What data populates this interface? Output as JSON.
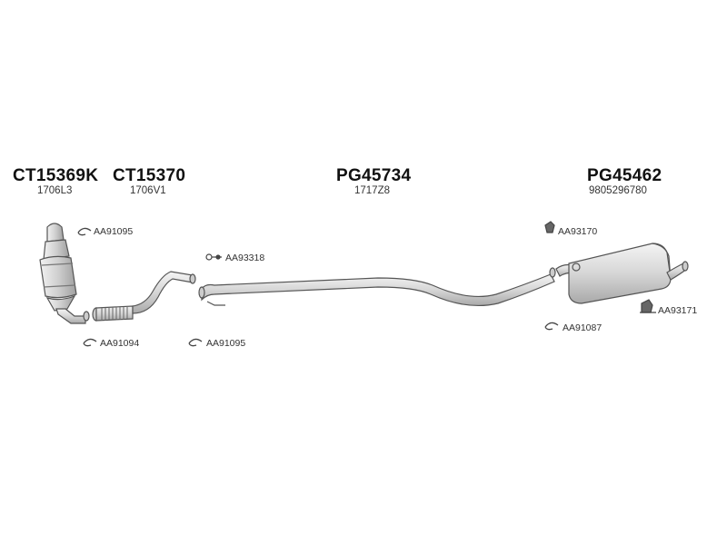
{
  "parts": [
    {
      "code": "CT15369K",
      "ref": "1706L3"
    },
    {
      "code": "CT15370",
      "ref": "1706V1"
    },
    {
      "code": "PG45734",
      "ref": "1717Z8"
    },
    {
      "code": "PG45462",
      "ref": "9805296780"
    }
  ],
  "accessories": [
    {
      "code": "AA91095",
      "icon": "clamp-icon"
    },
    {
      "code": "AA93318",
      "icon": "bolt-icon"
    },
    {
      "code": "AA93170",
      "icon": "rubber-mount-icon"
    },
    {
      "code": "AA91094",
      "icon": "clamp-icon"
    },
    {
      "code": "AA91095",
      "icon": "clamp-icon"
    },
    {
      "code": "AA91087",
      "icon": "clamp-icon"
    },
    {
      "code": "AA93171",
      "icon": "rubber-mount-icon"
    }
  ],
  "colors": {
    "line": "#555555",
    "fill": "#e4e4e4",
    "shade": "#bdbdbd"
  }
}
